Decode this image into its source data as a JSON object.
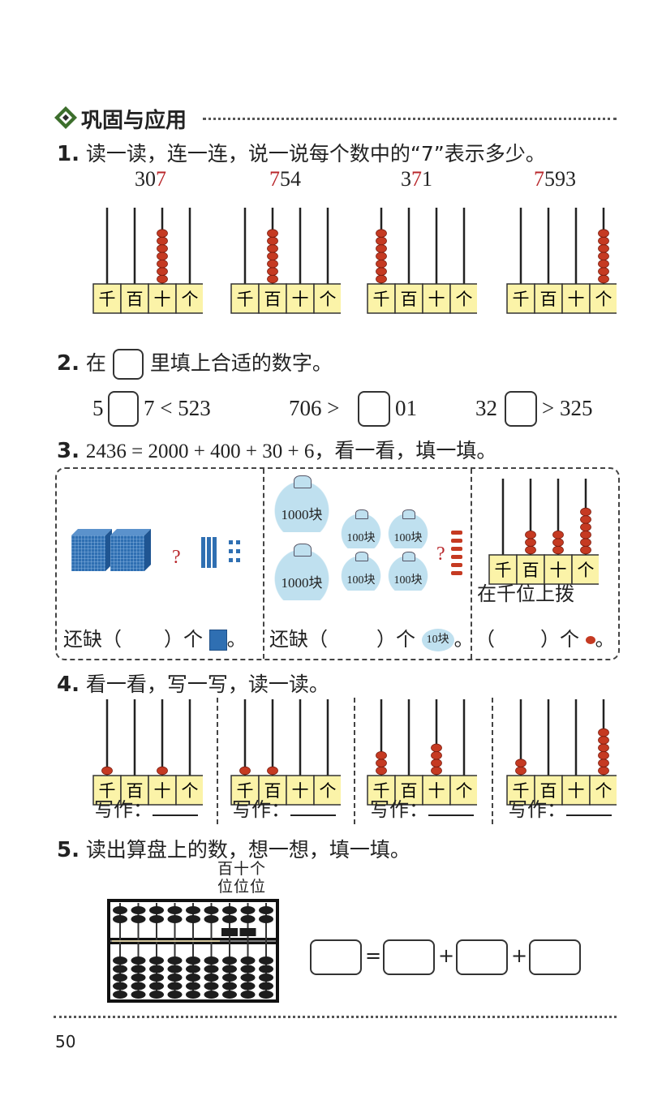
{
  "section": {
    "title": "巩固与应用"
  },
  "q1": {
    "num": "1.",
    "text": "读一读，连一连，说一说每个数中的“7”表示多少。",
    "numbers": [
      {
        "pre": "30",
        "seven": "7",
        "post": ""
      },
      {
        "pre": "",
        "seven": "7",
        "post": "54"
      },
      {
        "pre": "3",
        "seven": "7",
        "post": "1"
      },
      {
        "pre": "",
        "seven": "7",
        "post": "593"
      }
    ],
    "abacus_beads": [
      [
        0,
        0,
        7,
        0
      ],
      [
        0,
        7,
        0,
        0
      ],
      [
        7,
        0,
        0,
        0
      ],
      [
        0,
        0,
        0,
        7
      ]
    ]
  },
  "place_labels": [
    "千",
    "百",
    "十",
    "个"
  ],
  "q2": {
    "num": "2.",
    "text_before": "在",
    "text_after": "里填上合适的数字。",
    "ineq": [
      {
        "left": "5",
        "mid": "7 < 523",
        "right": ""
      },
      {
        "left": "706 >",
        "mid": "01",
        "right": ""
      },
      {
        "left": "32",
        "mid": "> 325",
        "right": ""
      }
    ]
  },
  "q3": {
    "num": "3.",
    "text": "2436 = 2000 + 400 + 30 + 6，看一看，填一填。",
    "qmark": "?",
    "bag_big": "1000块",
    "bag_small": "100块",
    "bag_ten": "10块",
    "panel1_fill": [
      "还缺（",
      "）个",
      "。"
    ],
    "panel2_fill": [
      "还缺（",
      "）个",
      "。"
    ],
    "panel3_caption": "在千位上拨",
    "panel3_fill": [
      "（",
      "）个",
      "。"
    ],
    "abacus_beads": [
      0,
      3,
      3,
      6
    ]
  },
  "q4": {
    "num": "4.",
    "text": "看一看，写一写，读一读。",
    "abacus_beads": [
      [
        1,
        0,
        1,
        0
      ],
      [
        1,
        1,
        0,
        0
      ],
      [
        3,
        0,
        4,
        0
      ],
      [
        2,
        0,
        0,
        6
      ]
    ],
    "write_label": "写作："
  },
  "q5": {
    "num": "5.",
    "text": "读出算盘上的数，想一想，填一填。",
    "place_top": "百十个",
    "place_bottom": "位位位",
    "ops": [
      "=",
      "+",
      "+"
    ]
  },
  "page_number": "50",
  "colors": {
    "bead": "#c53a22",
    "label_bg": "#fbf3a8",
    "bag": "#bfe0ef",
    "cube": "#2f6fb2"
  }
}
